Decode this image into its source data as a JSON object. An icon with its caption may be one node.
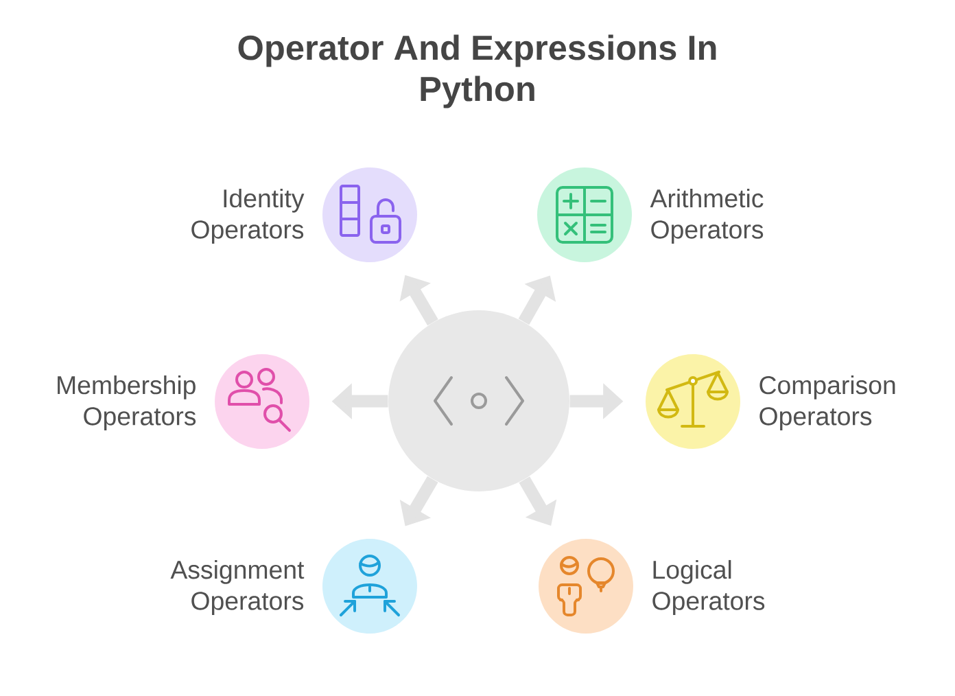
{
  "diagram": {
    "title": "Operator And Expressions In Python",
    "nodes": [
      {
        "text": [
          "Identity Operators"
        ]
      },
      {
        "text": [
          "Arithmetic Operators"
        ]
      },
      {
        "text": [
          "Membership Operators"
        ]
      },
      {
        "text": [],
        "shape": "circle"
      },
      {
        "text": [
          "Comparison Operators"
        ]
      },
      {
        "text": [
          "Assignment Operators"
        ]
      },
      {
        "text": [
          "Logical Operators"
        ]
      }
    ],
    "edges": [
      {
        "from": 3,
        "to": 0,
        "arrow": "to"
      },
      {
        "from": 3,
        "to": 1,
        "arrow": "to"
      },
      {
        "from": 3,
        "to": 2,
        "arrow": "to"
      },
      {
        "from": 3,
        "to": 4,
        "arrow": "to"
      },
      {
        "from": 3,
        "to": 5,
        "arrow": "to"
      },
      {
        "from": 3,
        "to": 6,
        "arrow": "to"
      }
    ]
  }
}
